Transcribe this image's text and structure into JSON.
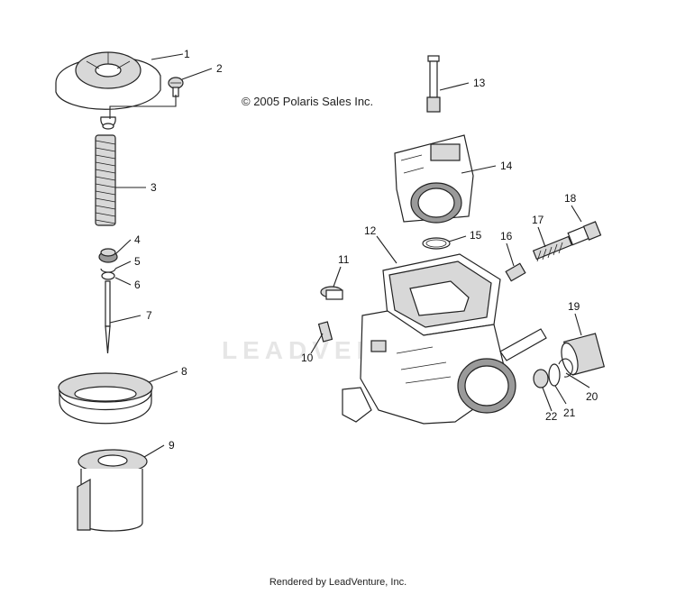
{
  "copyright": "© 2005 Polaris Sales Inc.",
  "footer": "Rendered by LeadVenture, Inc.",
  "watermark": "LEADVENTURE",
  "callouts": [
    "1",
    "2",
    "3",
    "4",
    "5",
    "6",
    "7",
    "8",
    "9",
    "10",
    "11",
    "12",
    "13",
    "14",
    "15",
    "16",
    "17",
    "18",
    "19",
    "20",
    "21",
    "22"
  ]
}
